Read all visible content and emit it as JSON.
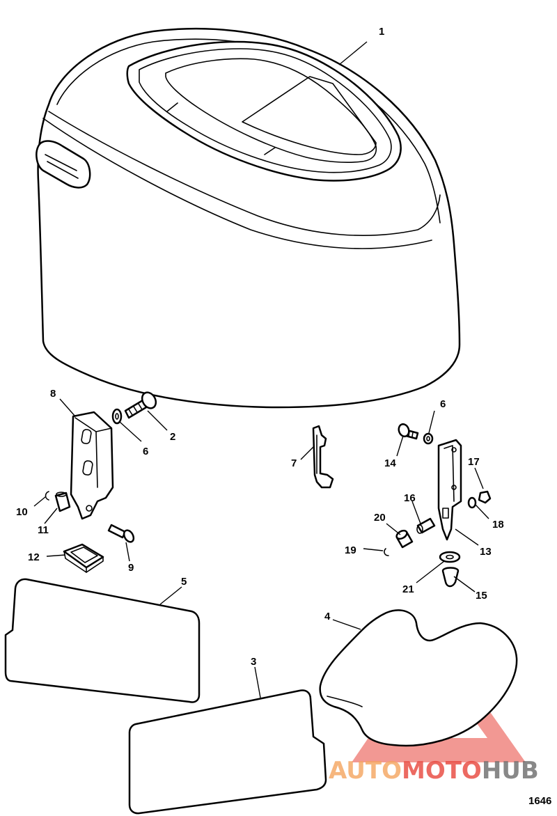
{
  "figure_number": "1646",
  "callouts": {
    "c1": "1",
    "c2": "2",
    "c3": "3",
    "c4": "4",
    "c5": "5",
    "c6a": "6",
    "c6b": "6",
    "c7": "7",
    "c8": "8",
    "c9": "9",
    "c10": "10",
    "c11": "11",
    "c12": "12",
    "c13": "13",
    "c14": "14",
    "c15": "15",
    "c16": "16",
    "c17": "17",
    "c18": "18",
    "c19": "19",
    "c20": "20",
    "c21": "21"
  },
  "watermark": {
    "part1": "AUTO",
    "part2": "MOTO",
    "part3": "HUB",
    "color_1": "#f5a45f",
    "color_2": "#e8453c",
    "color_3": "#6b6b6b"
  }
}
